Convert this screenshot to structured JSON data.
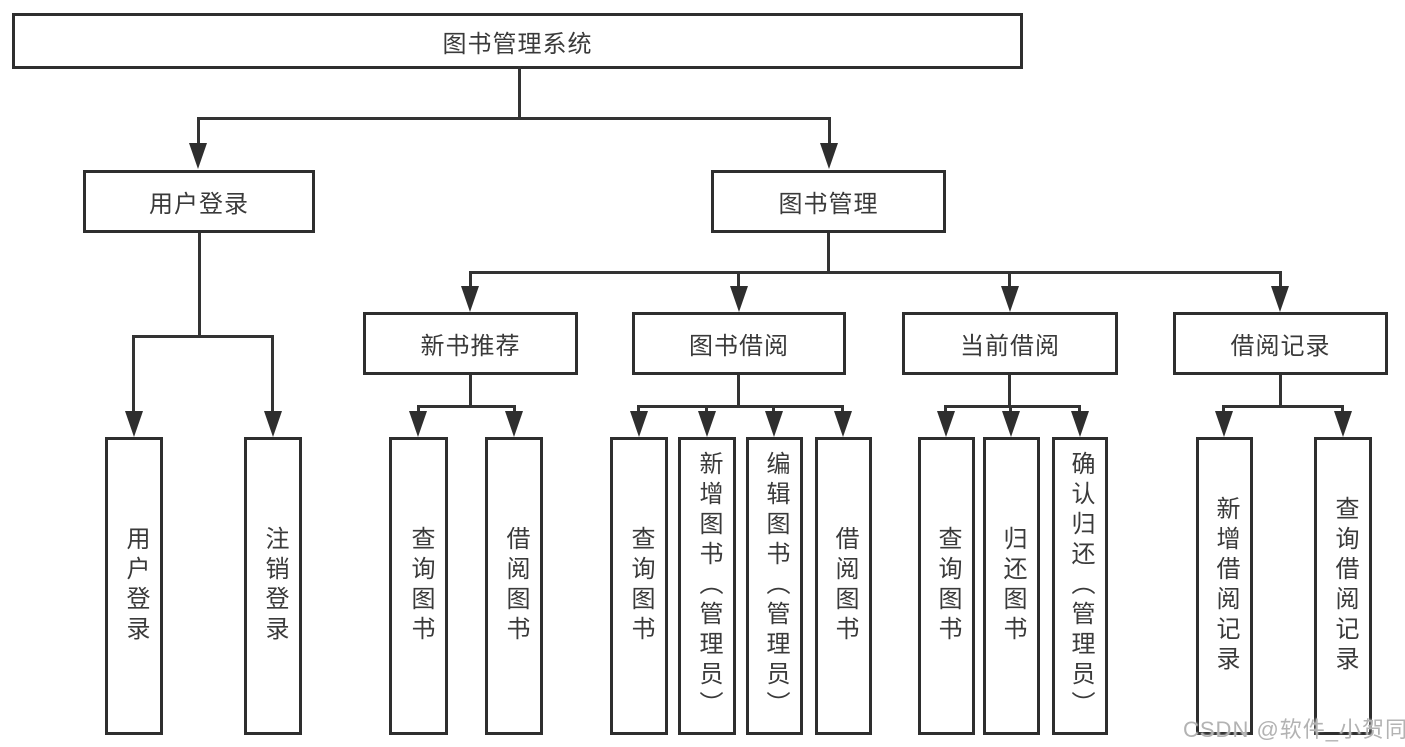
{
  "tree": {
    "root": {
      "label": "图书管理系统",
      "children": [
        {
          "label": "用户登录",
          "children": [
            {
              "label": "用户登录"
            },
            {
              "label": "注销登录"
            }
          ]
        },
        {
          "label": "图书管理",
          "children": [
            {
              "label": "新书推荐",
              "children": [
                {
                  "label": "查询图书"
                },
                {
                  "label": "借阅图书"
                }
              ]
            },
            {
              "label": "图书借阅",
              "children": [
                {
                  "label": "查询图书"
                },
                {
                  "label": "新增图书（管理员）"
                },
                {
                  "label": "编辑图书（管理员）"
                },
                {
                  "label": "借阅图书"
                }
              ]
            },
            {
              "label": "当前借阅",
              "children": [
                {
                  "label": "查询图书"
                },
                {
                  "label": "归还图书"
                },
                {
                  "label": "确认归还（管理员）"
                }
              ]
            },
            {
              "label": "借阅记录",
              "children": [
                {
                  "label": "新增借阅记录"
                },
                {
                  "label": "查询借阅记录"
                }
              ]
            }
          ]
        }
      ]
    }
  },
  "watermark": {
    "text": "CSDN @软件_小贺同学"
  },
  "colors": {
    "line": "#333333",
    "node_border": "#2e2e2e",
    "node_text": "#3a3a3a",
    "watermark_text": "#b3b3b3",
    "background": "#ffffff"
  }
}
